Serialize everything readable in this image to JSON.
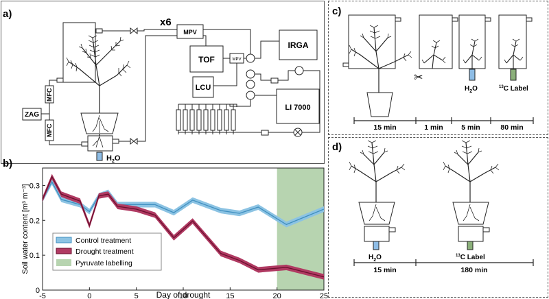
{
  "panels": {
    "a": "a)",
    "b": "b)",
    "c": "c)",
    "d": "d)"
  },
  "panel_a": {
    "multiplier": "x6",
    "mpv_main": "MPV",
    "mpv_small": "MPV",
    "tof": "TOF",
    "lcu": "LCU",
    "irga": "IRGA",
    "li7000": "LI 7000",
    "zag": "ZAG",
    "mfc_top": "MFC",
    "mfc_bottom": "MFC",
    "h2o_main": "H",
    "h2o_sub": "2",
    "h2o_end": "O"
  },
  "panel_c": {
    "h2o_main": "H",
    "h2o_sub": "2",
    "h2o_end": "O",
    "label_sup": "13",
    "label_text": "C Label",
    "timeline": [
      "15 min",
      "1 min",
      "5 min",
      "80 min"
    ]
  },
  "panel_d": {
    "h2o_main": "H",
    "h2o_sub": "2",
    "h2o_end": "O",
    "label_sup": "13",
    "label_text": "C Label",
    "timeline": [
      "15 min",
      "180 min"
    ]
  },
  "chart_data": {
    "type": "line",
    "xlabel": "Day of drought",
    "ylabel": "Soil water content [m³ m⁻³]",
    "xlim": [
      -5,
      25
    ],
    "ylim": [
      0,
      0.35
    ],
    "xticks": [
      "-5",
      "0",
      "5",
      "10",
      "15",
      "20",
      "25"
    ],
    "yticks": [
      "0",
      "0.1",
      "0.2",
      "0.3"
    ],
    "legend_position": "bottom-left",
    "shaded_region": {
      "name": "Pyruvate labelling",
      "x": [
        20,
        25
      ],
      "color": "#b7d4b0"
    },
    "series": [
      {
        "name": "Control treatment",
        "color": "#5aa7d4",
        "fill": "#8cc3e3",
        "x": [
          -5,
          -4,
          -3,
          -1,
          0,
          1,
          2,
          3,
          5,
          7,
          9,
          11,
          14,
          16,
          18,
          21,
          25
        ],
        "y": [
          0.26,
          0.31,
          0.26,
          0.245,
          0.225,
          0.27,
          0.28,
          0.245,
          0.245,
          0.245,
          0.222,
          0.258,
          0.228,
          0.22,
          0.238,
          0.188,
          0.232
        ],
        "band": 0.008
      },
      {
        "name": "Drought treatment",
        "color": "#8b1a3e",
        "fill": "#c0577a",
        "x": [
          -5,
          -4,
          -3,
          -1,
          0,
          1,
          2,
          3,
          5,
          7,
          9,
          11,
          14,
          16,
          18,
          21,
          25
        ],
        "y": [
          0.26,
          0.325,
          0.275,
          0.255,
          0.185,
          0.27,
          0.275,
          0.24,
          0.232,
          0.215,
          0.15,
          0.198,
          0.105,
          0.085,
          0.058,
          0.065,
          0.038
        ],
        "band": 0.008
      }
    ]
  }
}
